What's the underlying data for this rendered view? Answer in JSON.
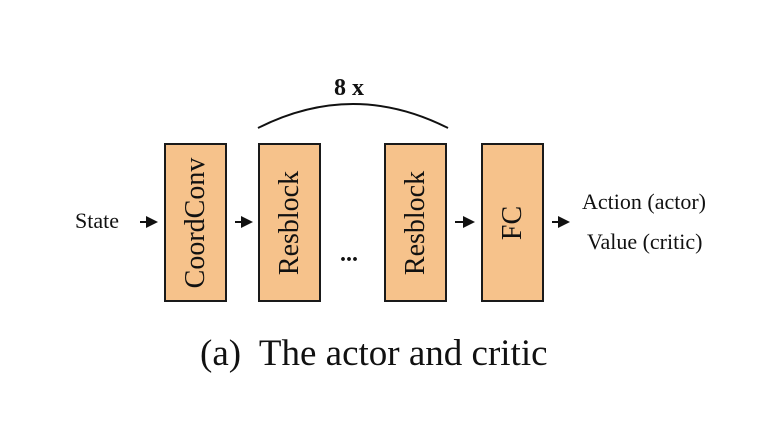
{
  "diagram": {
    "input_label": "State",
    "blocks": [
      {
        "id": "coordconv",
        "label": "CoordConv"
      },
      {
        "id": "resblock-first",
        "label": "Resblock"
      },
      {
        "id": "resblock-last",
        "label": "Resblock"
      },
      {
        "id": "fc",
        "label": "FC"
      }
    ],
    "ellipsis": "...",
    "repeat_label": "8 x",
    "outputs": [
      "Action (actor)",
      "Value (critic)"
    ],
    "box_fill": "#f6c28b",
    "box_stroke": "#1a1a1a"
  },
  "caption": "(a)  The actor and critic"
}
